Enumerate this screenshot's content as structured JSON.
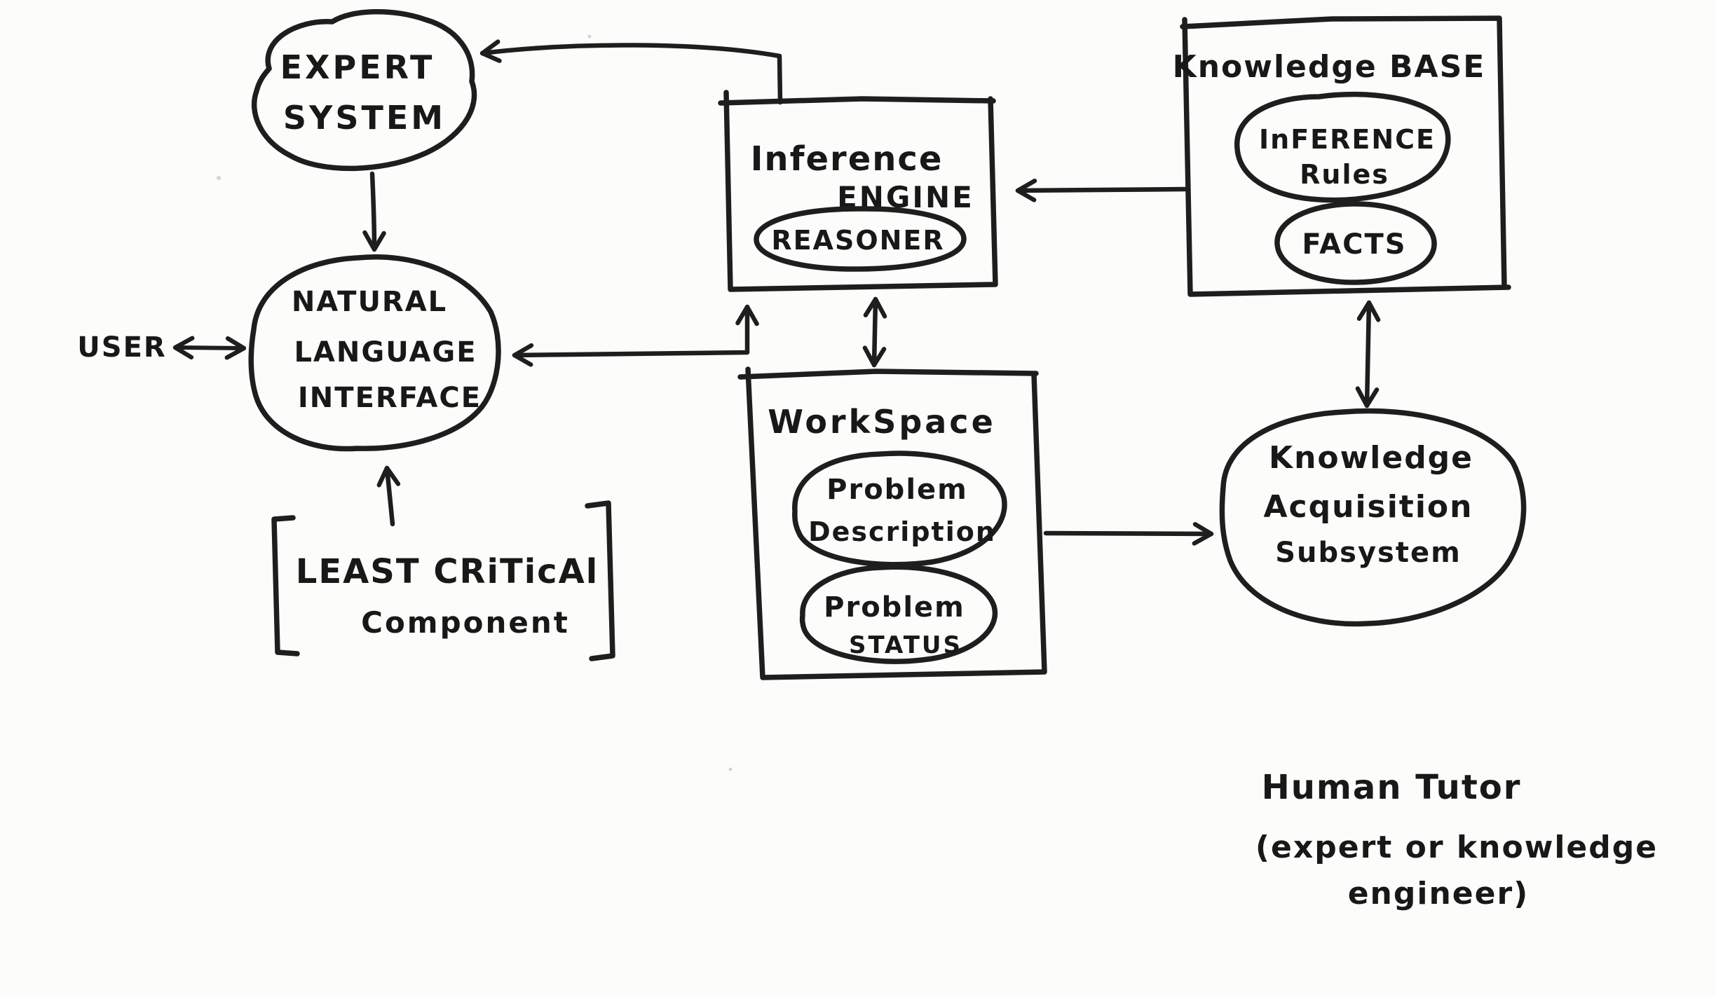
{
  "page": {
    "background": "#fcfcfa",
    "ink_color": "#1e1e1e",
    "style": "hand-drawn marker sketch on white paper"
  },
  "diagram": {
    "nodes": {
      "expert_system": {
        "shape": "blob",
        "line1": "EXPERT",
        "line2": "SYSTEM"
      },
      "user": {
        "shape": "text",
        "label": "USER"
      },
      "natural_language_interface": {
        "shape": "blob",
        "line1": "NATURAL",
        "line2": "LANGUAGE",
        "line3": "INTERFACE"
      },
      "least_critical_note": {
        "shape": "bracketed-note",
        "line1": "LEAST CRiTicAl",
        "line2": "Component"
      },
      "inference_engine": {
        "shape": "rectangle",
        "line1": "Inference",
        "line2": "ENGINE",
        "reasoner": {
          "shape": "oval",
          "label": "REASONER"
        }
      },
      "knowledge_base": {
        "shape": "rectangle",
        "title": "Knowledge BASE",
        "inference_rules": {
          "shape": "blob",
          "line1": "InFERENCE",
          "line2": "Rules"
        },
        "facts": {
          "shape": "oval",
          "label": "FACTS"
        }
      },
      "workspace": {
        "shape": "rectangle",
        "title": "WorkSpace",
        "problem_description": {
          "shape": "oval",
          "line1": "Problem",
          "line2": "Description"
        },
        "problem_status": {
          "shape": "oval",
          "line1": "Problem",
          "line2": "STATUS"
        }
      },
      "knowledge_acquisition": {
        "shape": "blob",
        "line1": "Knowledge",
        "line2": "Acquisition",
        "line3": "Subsystem"
      },
      "human_tutor": {
        "shape": "text",
        "line1": "Human Tutor",
        "line2": "(expert or knowledge",
        "line3": "engineer)"
      }
    },
    "edges": [
      {
        "from": "inference_engine",
        "to": "expert_system",
        "type": "arrow",
        "route": "elbow-over-top"
      },
      {
        "from": "expert_system",
        "to": "natural_language_interface",
        "type": "arrow",
        "route": "vertical"
      },
      {
        "from": "user",
        "to": "natural_language_interface",
        "type": "double-arrow",
        "route": "horizontal"
      },
      {
        "from": "natural_language_interface",
        "to": "inference_engine",
        "type": "double-arrow",
        "route": "elbow"
      },
      {
        "from": "inference_engine",
        "to": "workspace",
        "type": "double-arrow",
        "route": "vertical"
      },
      {
        "from": "knowledge_base",
        "to": "inference_engine",
        "type": "arrow",
        "route": "horizontal"
      },
      {
        "from": "knowledge_base",
        "to": "knowledge_acquisition",
        "type": "double-arrow",
        "route": "vertical"
      },
      {
        "from": "workspace",
        "to": "knowledge_acquisition",
        "type": "arrow",
        "route": "horizontal"
      },
      {
        "from": "least_critical_note",
        "to": "natural_language_interface",
        "type": "arrow",
        "route": "vertical"
      }
    ]
  }
}
